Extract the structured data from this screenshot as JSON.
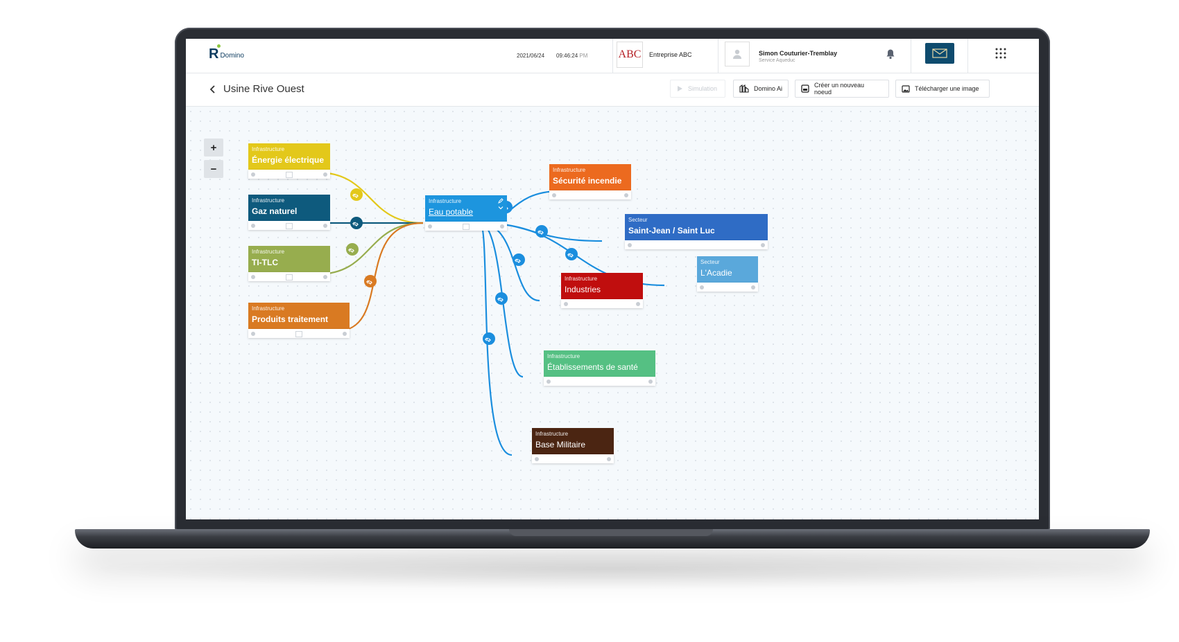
{
  "app": {
    "logo_letter": "R",
    "logo_text": "Domino"
  },
  "header": {
    "date": "2021/06/24",
    "time": "09:46:24",
    "ampm": "PM",
    "company_logo_text": "ABC",
    "company_name": "Entreprise ABC",
    "user_name": "Simon Couturier-Tremblay",
    "user_department": "Service Aqueduc"
  },
  "toolbar": {
    "title": "Usine Rive Ouest",
    "simulation_label": "Simulation",
    "domino_ai_label": "Domino Ai",
    "create_node_label": "Créer un nouveau noeud",
    "download_image_label": "Télécharger une image"
  },
  "zoom": {
    "in_label": "+",
    "out_label": "−"
  },
  "colors": {
    "link_blue": "#1b8ede",
    "energie": "#e3c81a",
    "gaz": "#0e5a7d",
    "ticlc": "#97ad4e",
    "produits": "#d97a22",
    "eau": "#1d95de",
    "securite": "#ec6a1f",
    "saint_jean": "#2f6cc5",
    "acadie": "#5aa8db",
    "industries": "#c00e0e",
    "sante": "#55c083",
    "militaire": "#4b2512"
  },
  "nodes": [
    {
      "id": "energie",
      "type": "Infrastructure",
      "title": "Énergie électrique"
    },
    {
      "id": "gaz",
      "type": "Infrastructure",
      "title": "Gaz naturel"
    },
    {
      "id": "ticlc",
      "type": "Infrastructure",
      "title": "TI-TLC"
    },
    {
      "id": "produits",
      "type": "Infrastructure",
      "title": "Produits traitement"
    },
    {
      "id": "eau",
      "type": "Infrastructure",
      "title": "Eau potable"
    },
    {
      "id": "securite",
      "type": "Infrastructure",
      "title": "Sécurité incendie"
    },
    {
      "id": "saint_jean",
      "type": "Secteur",
      "title": "Saint-Jean / Saint Luc"
    },
    {
      "id": "acadie",
      "type": "Secteur",
      "title": "L'Acadie"
    },
    {
      "id": "industries",
      "type": "Infrastructure",
      "title": "Industries"
    },
    {
      "id": "sante",
      "type": "Infrastructure",
      "title": "Établissements de santé"
    },
    {
      "id": "militaire",
      "type": "Infrastructure",
      "title": "Base Militaire"
    }
  ]
}
